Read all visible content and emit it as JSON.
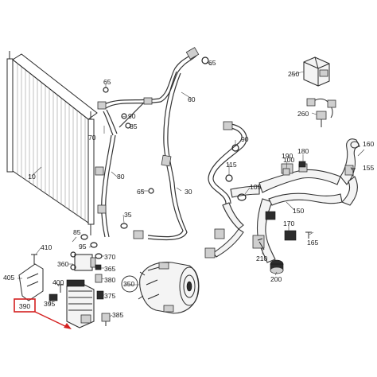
{
  "callouts": {
    "c10": "10",
    "c30": "30",
    "c35": "35",
    "c60": "60",
    "c65a": "65",
    "c65b": "65",
    "c70": "70",
    "c80": "80",
    "c85a": "85",
    "c85b": "85",
    "c90a": "90",
    "c90b": "90",
    "c95": "95",
    "c100": "100",
    "c105": "105",
    "c115": "115",
    "c150": "150",
    "c155": "155",
    "c160": "160",
    "c165": "165",
    "c170": "170",
    "c180": "180",
    "c190": "190",
    "c200": "200",
    "c210": "210",
    "c250": "250",
    "c260": "260",
    "c350": "350",
    "c360": "360",
    "c365": "365",
    "c370": "370",
    "c375": "375",
    "c380": "380",
    "c385": "385",
    "c390": "390",
    "c395": "395",
    "c400": "400",
    "c405": "405",
    "c410": "410"
  },
  "colors": {
    "highlight": "#d42020",
    "line": "#2b2b2b"
  }
}
